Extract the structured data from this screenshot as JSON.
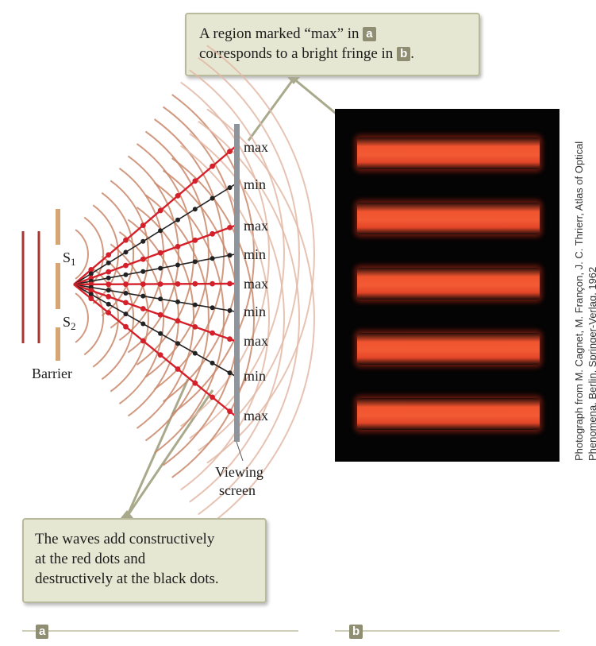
{
  "callouts": {
    "top": {
      "line1_before": "A region marked “max” in ",
      "line1_badge": "a",
      "line2_before": "corresponds to a bright fringe in ",
      "line2_badge": "b",
      "line2_after": "."
    },
    "bottom": {
      "line1": "The waves add constructively",
      "line2": "at the red dots and",
      "line3": "destructively at the black dots."
    }
  },
  "diagram": {
    "screen_labels": [
      "max",
      "min",
      "max",
      "min",
      "max",
      "min",
      "max",
      "min",
      "max"
    ],
    "slit1": {
      "letter": "S",
      "sub": "1"
    },
    "slit2": {
      "letter": "S",
      "sub": "2"
    },
    "barrier": "Barrier",
    "viewing_screen_line1": "Viewing",
    "viewing_screen_line2": "screen"
  },
  "photo": {
    "fringe_count": 5,
    "credit_line1": "Photograph from M. Cagnet, M. Françon, J. C. Thrierr, Atlas of Optical",
    "credit_line2": "Phenomena, Berlin, Springer-Verlag, 1962"
  },
  "panels": {
    "a": "a",
    "b": "b"
  },
  "colors": {
    "red_line": "#d4202a",
    "black_line": "#222222",
    "wavefront": "#c9876a",
    "wavefront_light": "#e2b9a6",
    "source_line": "#a8362f",
    "barrier": "#d6a574",
    "screen": "#8e949b",
    "fringe": "#f0542f",
    "callout_bg": "#e6e7d2",
    "badge": "#8f8e73"
  }
}
